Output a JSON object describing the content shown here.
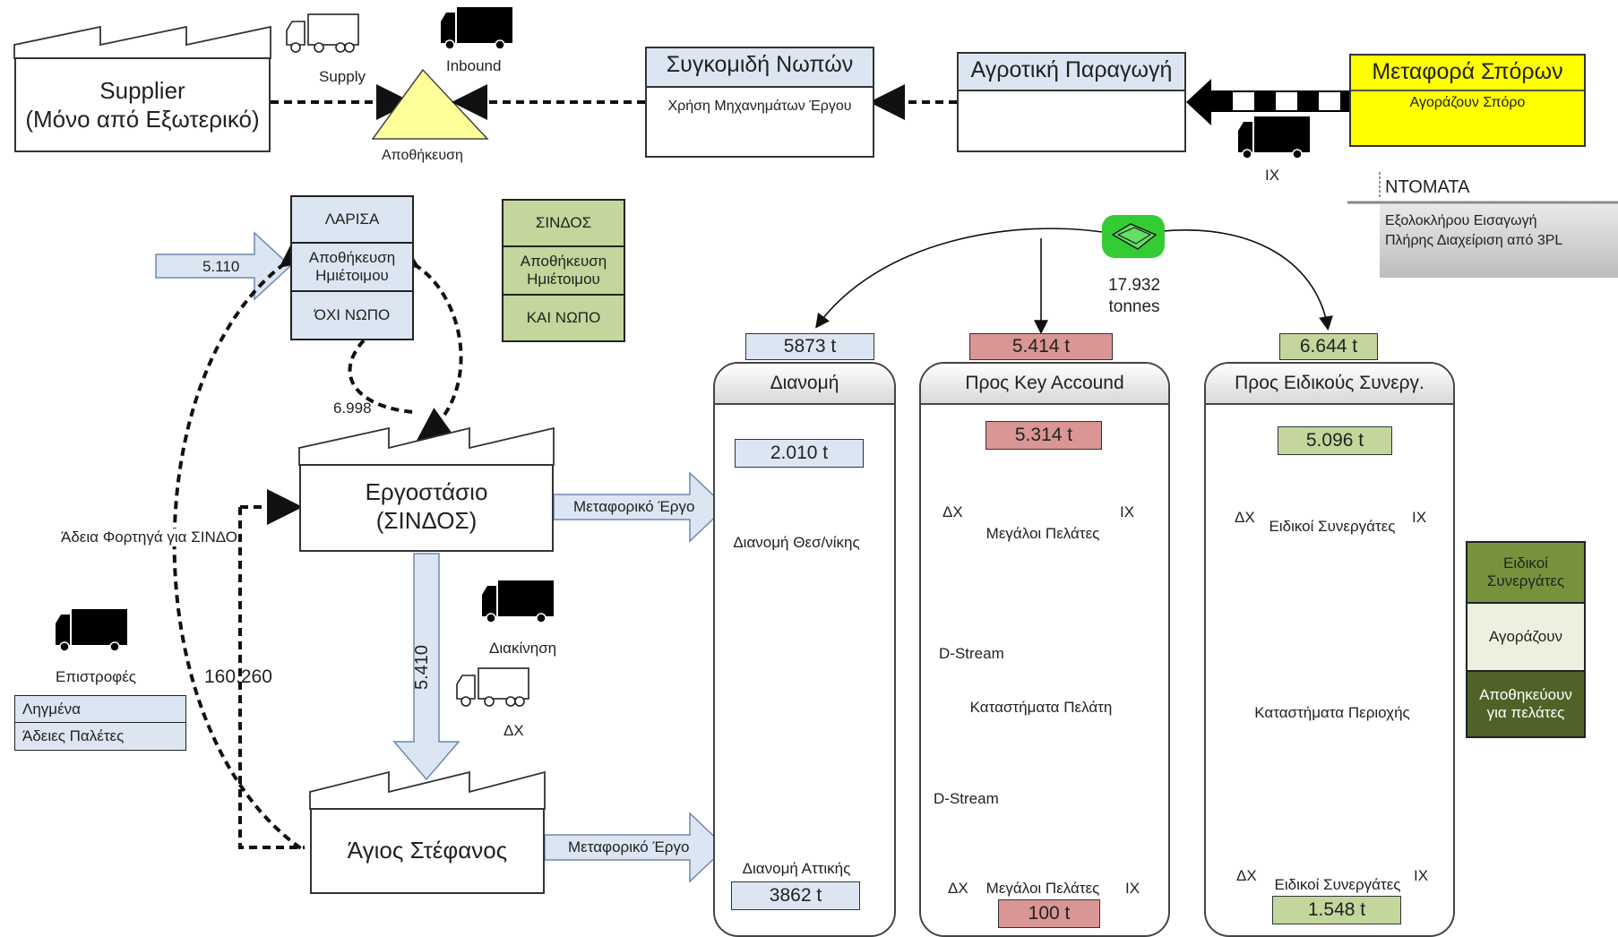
{
  "colors": {
    "light_blue": "#dce6f2",
    "pink": "#d99694",
    "light_green": "#c3d69b",
    "dark_green": "#76933c",
    "yellow": "#ffff00",
    "bright_green": "#33cc33"
  },
  "top": {
    "supplier_line1": "Supplier",
    "supplier_line2": "(Μόνο από Εξωτερικό)",
    "supply": "Supply",
    "inbound": "Inbound",
    "storage": "Αποθήκευση",
    "harvest_title": "Συγκομιδή Νωπών",
    "harvest_sub": "Χρήση Μηχανημάτων Έργου",
    "agri_title": "Αγροτική Παραγωγή",
    "seeds_title": "Μεταφορά Σπόρων",
    "seeds_sub": "Αγοράζουν Σπόρο",
    "ix_top": "ΙΧ",
    "tomato_title": "ΝΤΟΜΑΤΑ",
    "tomato_line1": "Εξολοκλήρου Εισαγωγή",
    "tomato_line2": "Πλήρης Διαχείριση από 3PL"
  },
  "larisa": {
    "title": "ΛΑΡΙΣΑ",
    "storage": "Αποθήκευση Ημιέτοιμου",
    "not_fresh": "ΌΧΙ ΝΩΠΟ"
  },
  "sindos_box": {
    "title": "ΣΙΝΔΟΣ",
    "storage": "Αποθήκευση Ημιέτοιμου",
    "fresh": "ΚΑΙ ΝΩΠΟ"
  },
  "flows": {
    "arrow_5110": "5.110",
    "loop_6998": "6.998",
    "down_5410": "5.410",
    "curve_160260": "160.260",
    "empty_loads": "Άδεια Φορτηγά για ΣΙΝΔΟ"
  },
  "factory": {
    "line1": "Εργοστάσιο",
    "line2": "(ΣΙΝΔΟΣ)",
    "transport": "Μεταφορικό Έργο"
  },
  "agios": {
    "title": "Άγιος Στέφανος",
    "transport": "Μεταφορικό Έργο"
  },
  "left": {
    "returns": "Επιστροφές",
    "expired": "Ληγμένα",
    "empty_pallets": "Άδειες Παλέτες",
    "handling": "Διακίνηση",
    "dx": "ΔΧ"
  },
  "hub": {
    "amount": "17.932",
    "unit": "tonnes"
  },
  "distribution": {
    "top_amount": "5873 t",
    "title": "Διανομή",
    "thess_amount": "2.010 t",
    "thess_label": "Διανομή Θεσ/νίκης",
    "attica_label": "Διανομή Αττικής",
    "attica_amount": "3862 t"
  },
  "key_account": {
    "top_amount": "5.414 t",
    "title": "Προς Key Accound",
    "upper_amount": "5.314 t",
    "dx": "ΔΧ",
    "ix": "ΙΧ",
    "big_clients": "Μεγάλοι Πελάτες",
    "dstream": "D-Stream",
    "stores": "Καταστήματα Πελάτη",
    "lower_amount": "100 t"
  },
  "special": {
    "top_amount": "6.644 t",
    "title": "Προς Ειδικούς Συνεργ.",
    "upper_amount": "5.096 t",
    "dx": "ΔΧ",
    "ix": "ΙΧ",
    "partners": "Ειδικοί Συνεργάτες",
    "stores": "Καταστήματα Περιοχής",
    "lower_amount": "1.548 t"
  },
  "legend": {
    "item1": "Ειδικοί Συνεργάτες",
    "item2": "Αγοράζουν",
    "item3": "Αποθηκεύουν για πελάτες"
  }
}
